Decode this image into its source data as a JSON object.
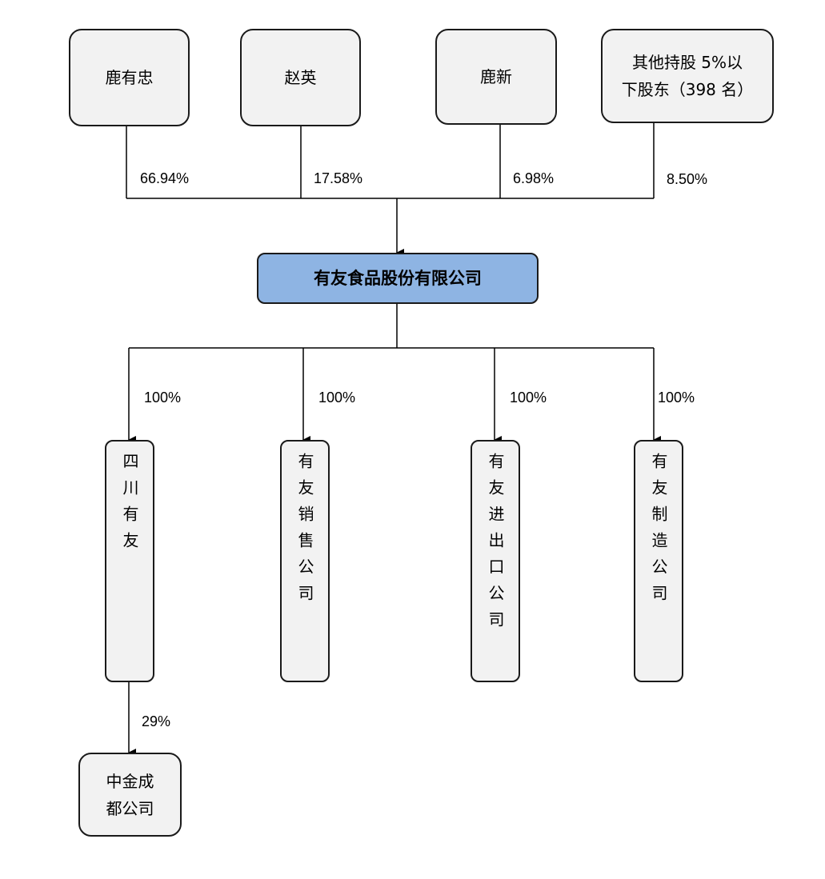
{
  "shareholders": [
    {
      "name": "鹿有忠",
      "pct": "66.94%"
    },
    {
      "name": "赵英",
      "pct": "17.58%"
    },
    {
      "name": "鹿新",
      "pct": "6.98%"
    },
    {
      "name": "其他持股 5%以\n下股东（398 名）",
      "pct": "8.50%"
    }
  ],
  "company": {
    "name": "有友食品股份有限公司"
  },
  "subsidiaries": [
    {
      "name": "四川有友",
      "pct": "100%"
    },
    {
      "name": "有友销售公司",
      "pct": "100%"
    },
    {
      "name": "有友进出口公司",
      "pct": "100%"
    },
    {
      "name": "有友制造公司",
      "pct": "100%"
    }
  ],
  "affiliate": {
    "name": "中金成\n都公司",
    "pct": "29%"
  }
}
